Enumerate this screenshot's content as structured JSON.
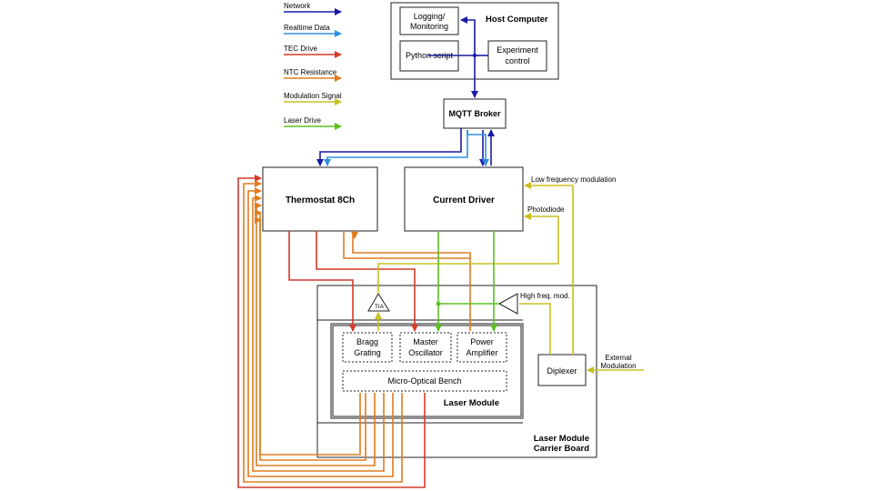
{
  "legend": [
    {
      "label": "Network",
      "color": "#1a1aa6"
    },
    {
      "label": "Realtime Data",
      "color": "#2f8fe0"
    },
    {
      "label": "TEC Drive",
      "color": "#d43a2a"
    },
    {
      "label": "NTC Resistance",
      "color": "#e07b1e"
    },
    {
      "label": "Modulation Signal",
      "color": "#c8c020"
    },
    {
      "label": "Laser Drive",
      "color": "#5cc020"
    }
  ],
  "nodes": {
    "host_computer": "Host Computer",
    "logging_1": "Logging/",
    "logging_2": "Monitoring",
    "python_script": "Python script",
    "experiment_1": "Experiment",
    "experiment_2": "control",
    "mqtt_broker": "MQTT Broker",
    "thermostat": "Thermostat 8Ch",
    "current_driver": "Current Driver",
    "tia": "TIA",
    "bragg_1": "Bragg",
    "bragg_2": "Grating",
    "master_1": "Master",
    "master_2": "Oscillator",
    "power_1": "Power",
    "power_2": "Amplifier",
    "micro_optical_bench": "Micro-Optical Bench",
    "laser_module": "Laser Module",
    "carrier_1": "Laser Module",
    "carrier_2": "Carrier Board",
    "diplexer": "Diplexer"
  },
  "labels": {
    "low_freq": "Low frequency modulation",
    "photodiode": "Photodiode",
    "high_freq": "High freq. mod.",
    "external_1": "External",
    "external_2": "Modulation"
  },
  "colors": {
    "network": "#1a1aa6",
    "realtime": "#2f8fe0",
    "tec": "#d43a2a",
    "ntc": "#e07b1e",
    "modulation": "#c8c020",
    "laser": "#5cc020"
  }
}
